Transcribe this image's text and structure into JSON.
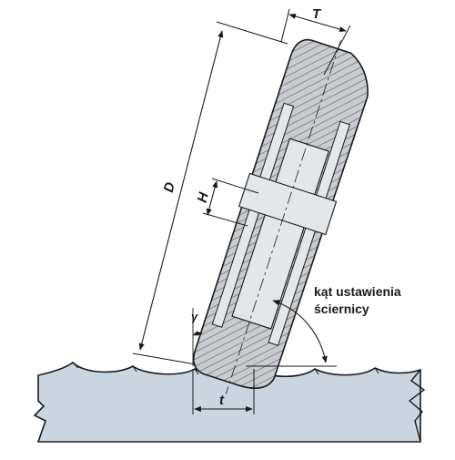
{
  "labels": {
    "diameter": "D",
    "bore": "H",
    "thickness": "T",
    "pitch": "t",
    "angle_symbol": "γ",
    "angle_note_line1": "kąt ustawienia",
    "angle_note_line2": "ściernicy"
  },
  "colors": {
    "blade": "#c9d6df",
    "wheel": "#c8ccd0",
    "wheel_core": "#e4e7ea",
    "hatch": "#555555",
    "line": "#1a1a1a"
  }
}
